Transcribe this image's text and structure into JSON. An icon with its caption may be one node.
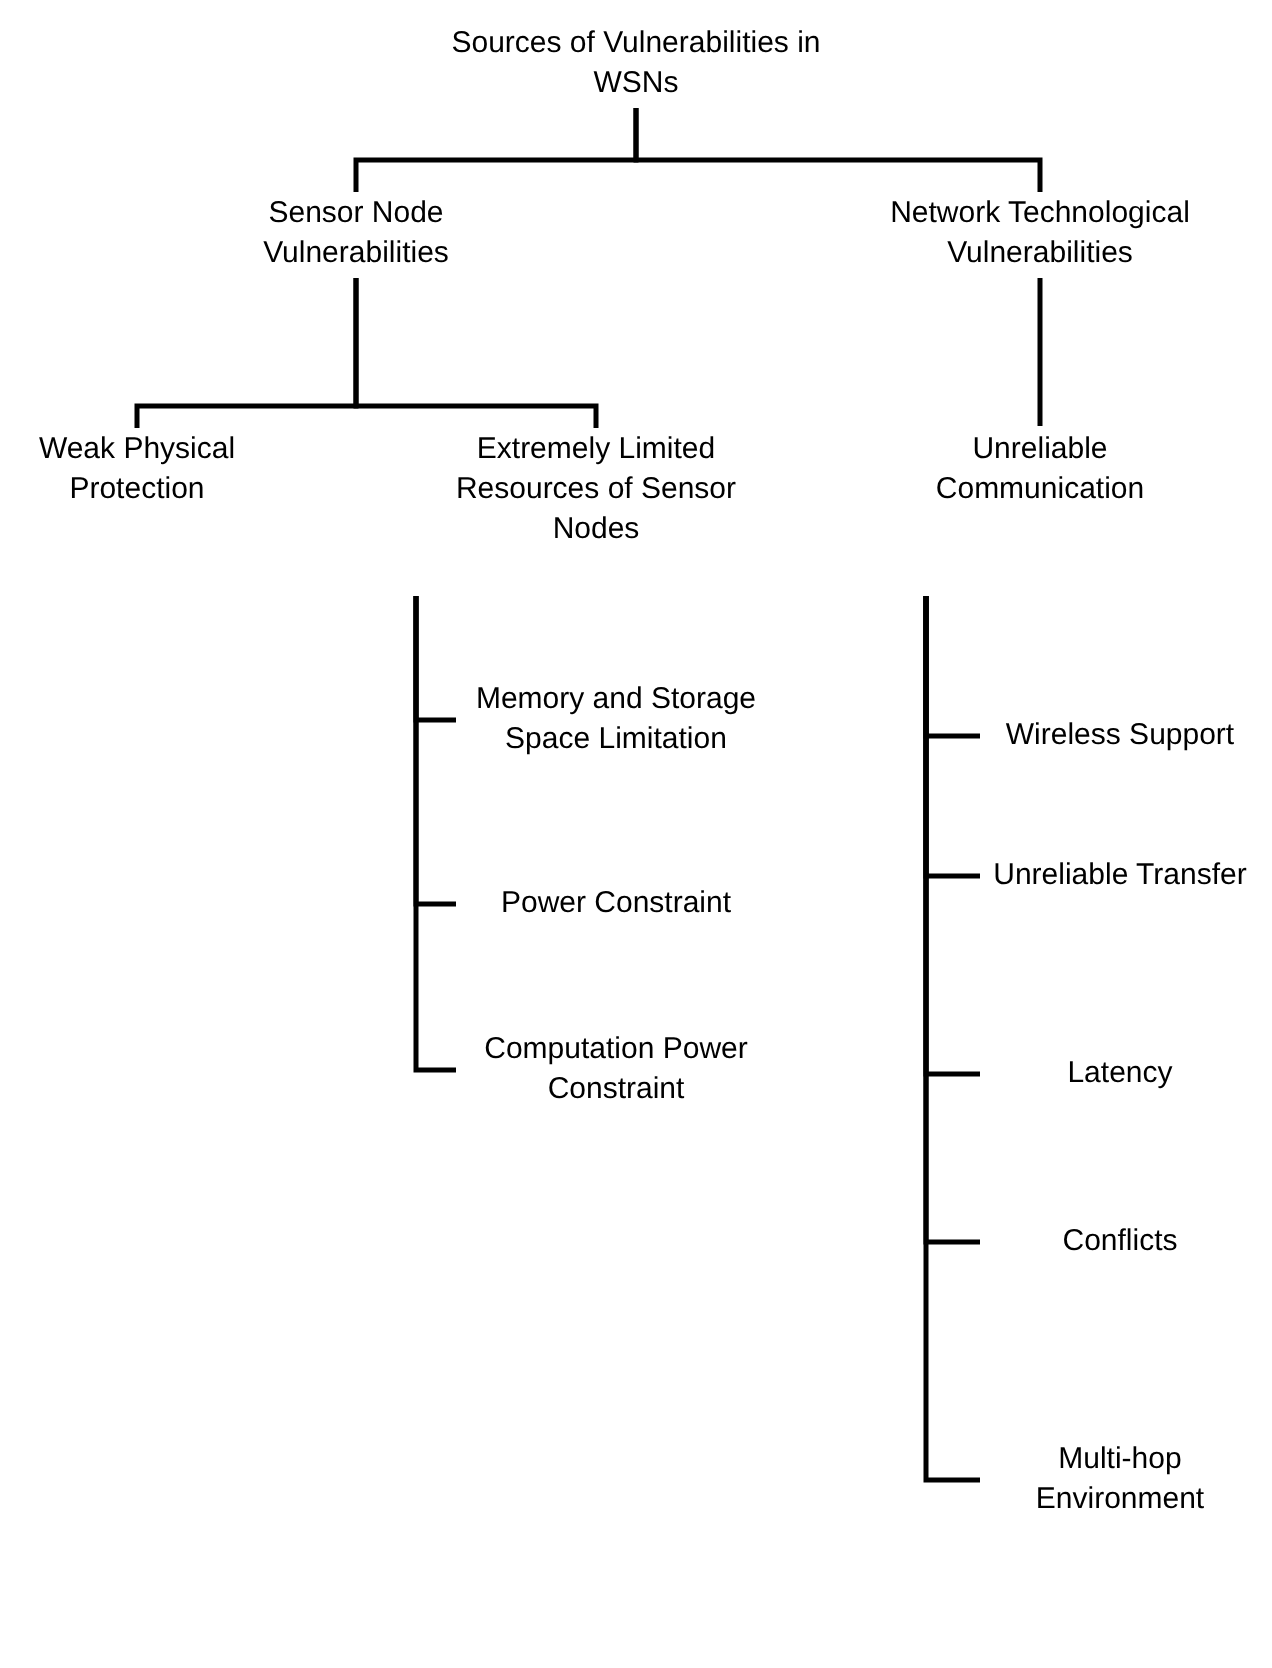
{
  "diagram": {
    "nodes": [
      {
        "text": [
          "Sources of Vulnerabilities in WSNs"
        ]
      },
      {
        "text": [
          "Sensor Node Vulnerabilities"
        ]
      },
      {
        "text": [
          "Network Technological Vulnerabilities"
        ]
      },
      {
        "text": [
          "Weak Physical Protection"
        ]
      },
      {
        "text": [
          "Extremely Limited Resources of Sensor Nodes"
        ]
      },
      {
        "text": [
          "Memory and Storage Space Limitation"
        ]
      },
      {
        "text": [
          "Power Constraint"
        ]
      },
      {
        "text": [
          "Computation Power Constraint"
        ]
      },
      {
        "text": [
          "Unreliable Communication"
        ]
      },
      {
        "text": [
          "Wireless Support"
        ]
      },
      {
        "text": [
          "Unreliable Transfer"
        ]
      },
      {
        "text": [
          "Latency"
        ]
      },
      {
        "text": [
          "Conflicts"
        ]
      },
      {
        "text": [
          "Multi-hop Environment"
        ]
      }
    ],
    "edges": [
      {
        "from": 0,
        "to": 1,
        "arrow": "none"
      },
      {
        "from": 0,
        "to": 2,
        "arrow": "none"
      },
      {
        "from": 1,
        "to": 3,
        "arrow": "none"
      },
      {
        "from": 1,
        "to": 4,
        "arrow": "none"
      },
      {
        "from": 2,
        "to": 8,
        "arrow": "none"
      },
      {
        "from": 4,
        "to": 5,
        "arrow": "none"
      },
      {
        "from": 4,
        "to": 6,
        "arrow": "none"
      },
      {
        "from": 4,
        "to": 7,
        "arrow": "none"
      },
      {
        "from": 8,
        "to": 9,
        "arrow": "none"
      },
      {
        "from": 8,
        "to": 10,
        "arrow": "none"
      },
      {
        "from": 8,
        "to": 11,
        "arrow": "none"
      },
      {
        "from": 8,
        "to": 12,
        "arrow": "none"
      },
      {
        "from": 8,
        "to": 13,
        "arrow": "none"
      }
    ]
  }
}
